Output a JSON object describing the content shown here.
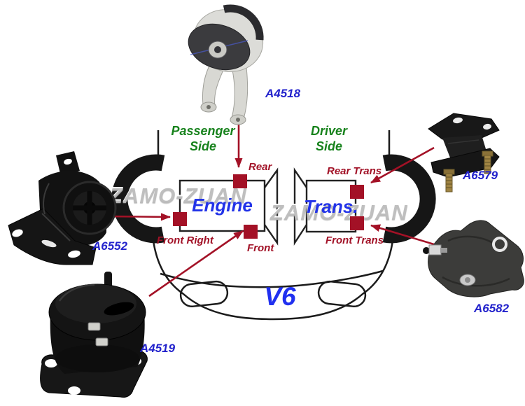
{
  "watermark": {
    "text": "ZAMO-ZUAN"
  },
  "sides": {
    "passenger": {
      "line1": "Passenger",
      "line2": "Side"
    },
    "driver": {
      "line1": "Driver",
      "line2": "Side"
    }
  },
  "engine": {
    "label": "Engine"
  },
  "transmission": {
    "label": "Trans."
  },
  "vehicle": {
    "label": "V6"
  },
  "mounts": {
    "rear": {
      "part": "A4518",
      "label": "Rear"
    },
    "front_right": {
      "part": "A6552",
      "label": "Front Right"
    },
    "front": {
      "part": "A4519",
      "label": "Front"
    },
    "rear_trans": {
      "part": "A6579",
      "label": "Rear Trans"
    },
    "front_trans": {
      "part": "A6582",
      "label": "Front Trans"
    }
  },
  "colors": {
    "mount_marker_red": "#A31126",
    "label_red": "#A21227",
    "side_green": "#17821C",
    "engine_blue": "#2233E8",
    "part_number_blue": "#2222CC",
    "watermark_gray": "#BABABA",
    "outline_black": "#1B1B1B"
  }
}
